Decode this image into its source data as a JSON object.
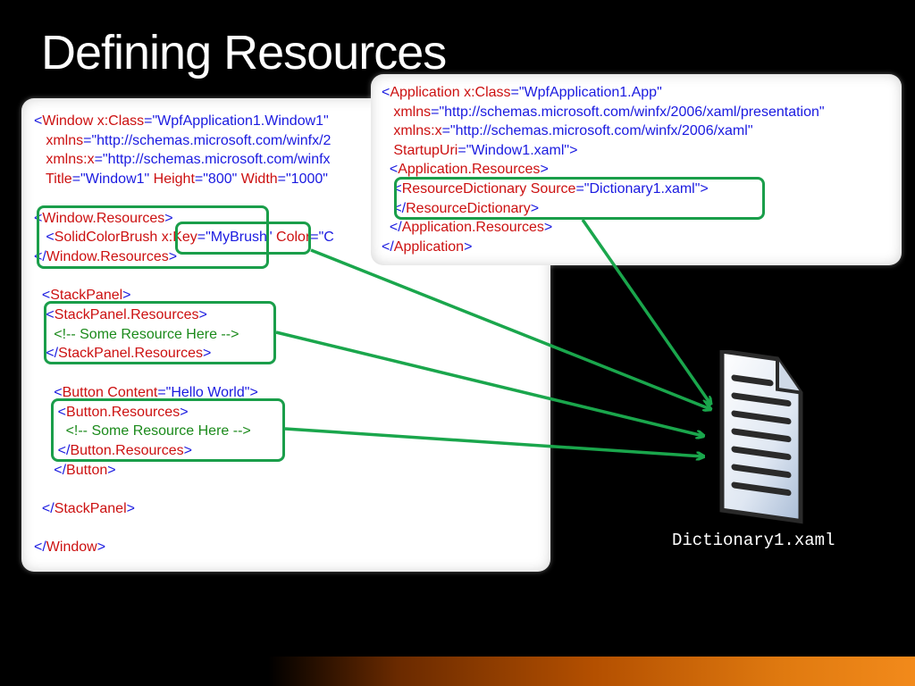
{
  "slide": {
    "title": "Defining Resources",
    "file_caption": "Dictionary1.xaml"
  },
  "left_code": {
    "lines": [
      [
        [
          "<",
          "blue"
        ],
        [
          "Window ",
          "red"
        ],
        [
          "x:Class",
          "red"
        ],
        [
          "=",
          "blue"
        ],
        [
          "\"WpfApplication1.Window1\"",
          "blue"
        ]
      ],
      [
        [
          "   xmlns",
          "red"
        ],
        [
          "=",
          "blue"
        ],
        [
          "\"http://schemas.microsoft.com/winfx/2",
          "blue"
        ]
      ],
      [
        [
          "   xmlns:x",
          "red"
        ],
        [
          "=",
          "blue"
        ],
        [
          "\"http://schemas.microsoft.com/winfx",
          "blue"
        ]
      ],
      [
        [
          "   Title",
          "red"
        ],
        [
          "=",
          "blue"
        ],
        [
          "\"Window1\"",
          "blue"
        ],
        [
          " Height",
          "red"
        ],
        [
          "=",
          "blue"
        ],
        [
          "\"800\"",
          "blue"
        ],
        [
          " Width",
          "red"
        ],
        [
          "=",
          "blue"
        ],
        [
          "\"1000\"",
          "blue"
        ]
      ],
      [],
      [
        [
          "<",
          "blue"
        ],
        [
          "Window.Resources",
          "red"
        ],
        [
          ">",
          "blue"
        ]
      ],
      [
        [
          "   <",
          "blue"
        ],
        [
          "SolidColorBrush",
          "red"
        ],
        [
          " x:Key",
          "red"
        ],
        [
          "=",
          "blue"
        ],
        [
          "\"MyBrush\"",
          "blue"
        ],
        [
          " Color",
          "red"
        ],
        [
          "=\"C",
          "blue"
        ]
      ],
      [
        [
          "</",
          "blue"
        ],
        [
          "Window.Resources",
          "red"
        ],
        [
          ">",
          "blue"
        ]
      ],
      [],
      [
        [
          "  <",
          "blue"
        ],
        [
          "StackPanel",
          "red"
        ],
        [
          ">",
          "blue"
        ]
      ],
      [
        [
          "   <",
          "blue"
        ],
        [
          "StackPanel.Resources",
          "red"
        ],
        [
          ">",
          "blue"
        ]
      ],
      [
        [
          "     <!-- Some Resource Here -->",
          "green"
        ]
      ],
      [
        [
          "   </",
          "blue"
        ],
        [
          "StackPanel.Resources",
          "red"
        ],
        [
          ">",
          "blue"
        ]
      ],
      [],
      [
        [
          "     <",
          "blue"
        ],
        [
          "Button",
          "red"
        ],
        [
          " Content",
          "red"
        ],
        [
          "=",
          "blue"
        ],
        [
          "\"Hello World\"",
          "blue"
        ],
        [
          ">",
          "blue"
        ]
      ],
      [
        [
          "      <",
          "blue"
        ],
        [
          "Button.Resources",
          "red"
        ],
        [
          ">",
          "blue"
        ]
      ],
      [
        [
          "        <!-- Some Resource Here -->",
          "green"
        ]
      ],
      [
        [
          "      </",
          "blue"
        ],
        [
          "Button.Resources",
          "red"
        ],
        [
          ">",
          "blue"
        ]
      ],
      [
        [
          "     </",
          "blue"
        ],
        [
          "Button",
          "red"
        ],
        [
          ">",
          "blue"
        ]
      ],
      [],
      [
        [
          "  </",
          "blue"
        ],
        [
          "StackPanel",
          "red"
        ],
        [
          ">",
          "blue"
        ]
      ],
      [],
      [
        [
          "</",
          "blue"
        ],
        [
          "Window",
          "red"
        ],
        [
          ">",
          "blue"
        ]
      ]
    ]
  },
  "right_code": {
    "lines": [
      [
        [
          "<",
          "blue"
        ],
        [
          "Application ",
          "red"
        ],
        [
          "x:Class",
          "red"
        ],
        [
          "=",
          "blue"
        ],
        [
          "\"WpfApplication1.App\"",
          "blue"
        ]
      ],
      [
        [
          "   xmlns",
          "red"
        ],
        [
          "=",
          "blue"
        ],
        [
          "\"http://schemas.microsoft.com/winfx/2006/xaml/presentation\"",
          "blue"
        ]
      ],
      [
        [
          "   xmlns:x",
          "red"
        ],
        [
          "=",
          "blue"
        ],
        [
          "\"http://schemas.microsoft.com/winfx/2006/xaml\"",
          "blue"
        ]
      ],
      [
        [
          "   StartupUri",
          "red"
        ],
        [
          "=",
          "blue"
        ],
        [
          "\"Window1.xaml\">",
          "blue"
        ]
      ],
      [
        [
          "  <",
          "blue"
        ],
        [
          "Application.Resources",
          "red"
        ],
        [
          ">",
          "blue"
        ]
      ],
      [
        [
          "   <",
          "blue"
        ],
        [
          "ResourceDictionary",
          "red"
        ],
        [
          " Source",
          "red"
        ],
        [
          "=",
          "blue"
        ],
        [
          "\"Dictionary1.xaml\">",
          "blue"
        ]
      ],
      [
        [
          "   </",
          "blue"
        ],
        [
          "ResourceDictionary",
          "red"
        ],
        [
          ">",
          "blue"
        ]
      ],
      [
        [
          "  </",
          "blue"
        ],
        [
          "Application.Resources",
          "red"
        ],
        [
          ">",
          "blue"
        ]
      ],
      [
        [
          "</",
          "blue"
        ],
        [
          "Application",
          "red"
        ],
        [
          ">",
          "blue"
        ]
      ]
    ]
  },
  "colors": {
    "highlight": "#1a9e4a",
    "arrow": "#1aa64c",
    "tag_bracket": "#1a1ae0",
    "tag_name": "#cc1111",
    "comment": "#1b8a1b"
  },
  "icons": {
    "file": "document-icon"
  }
}
